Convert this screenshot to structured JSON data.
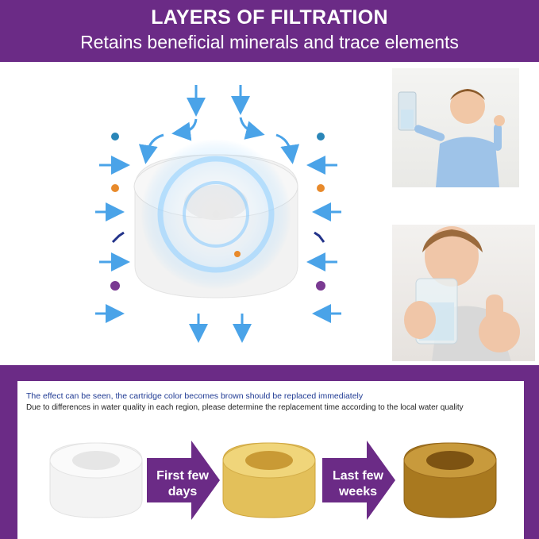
{
  "header": {
    "title": "LAYERS OF FILTRATION",
    "subtitle": "Retains beneficial minerals and trace elements"
  },
  "bottom": {
    "note_primary": "The effect can be seen, the cartridge color becomes brown should be replaced immediately",
    "note_secondary": "Due to differences in water quality in each region, please determine the replacement time according to the local water quality",
    "stage1_label": "First few\ndays",
    "stage1_line1": "First few",
    "stage1_line2": "days",
    "stage2_line1": "Last few",
    "stage2_line2": "weeks"
  },
  "colors": {
    "brand_purple": "#6b2b86",
    "arrow_blue": "#4aa3e8",
    "note_blue": "#1f3a93"
  },
  "icons": [
    "down-arrow-icon",
    "curved-arrow-icon",
    "right-arrow-icon",
    "left-arrow-icon",
    "bacteria-icon",
    "filter-cartridge-icon"
  ]
}
